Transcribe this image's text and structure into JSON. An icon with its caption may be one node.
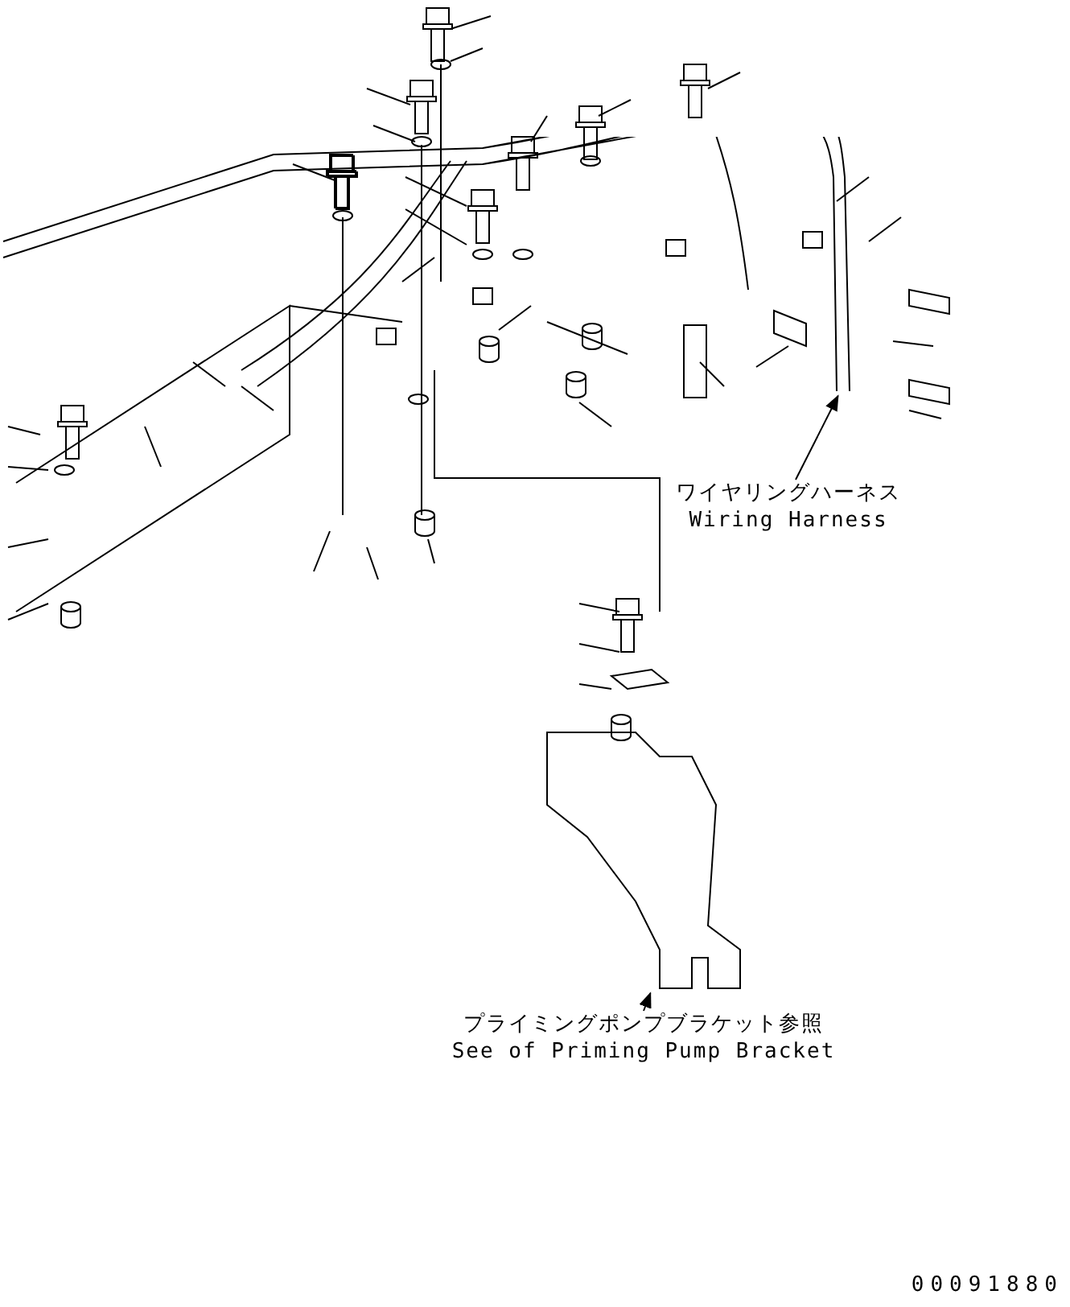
{
  "diagram": {
    "nodes": [
      {
        "text": [
          "ワイヤリングハーネス Wiring Harness"
        ]
      },
      {
        "text": [],
        "shape": "picture"
      },
      {
        "text": [
          "プライミングポンプブラケット参照 See of Priming Pump Bracket"
        ]
      },
      {
        "text": [],
        "shape": "picture"
      }
    ],
    "edges": [
      {
        "from": 0,
        "to": 1,
        "arrow": "to"
      },
      {
        "from": 2,
        "to": 3,
        "arrow": "to"
      }
    ],
    "labels": [
      "00091880"
    ]
  }
}
